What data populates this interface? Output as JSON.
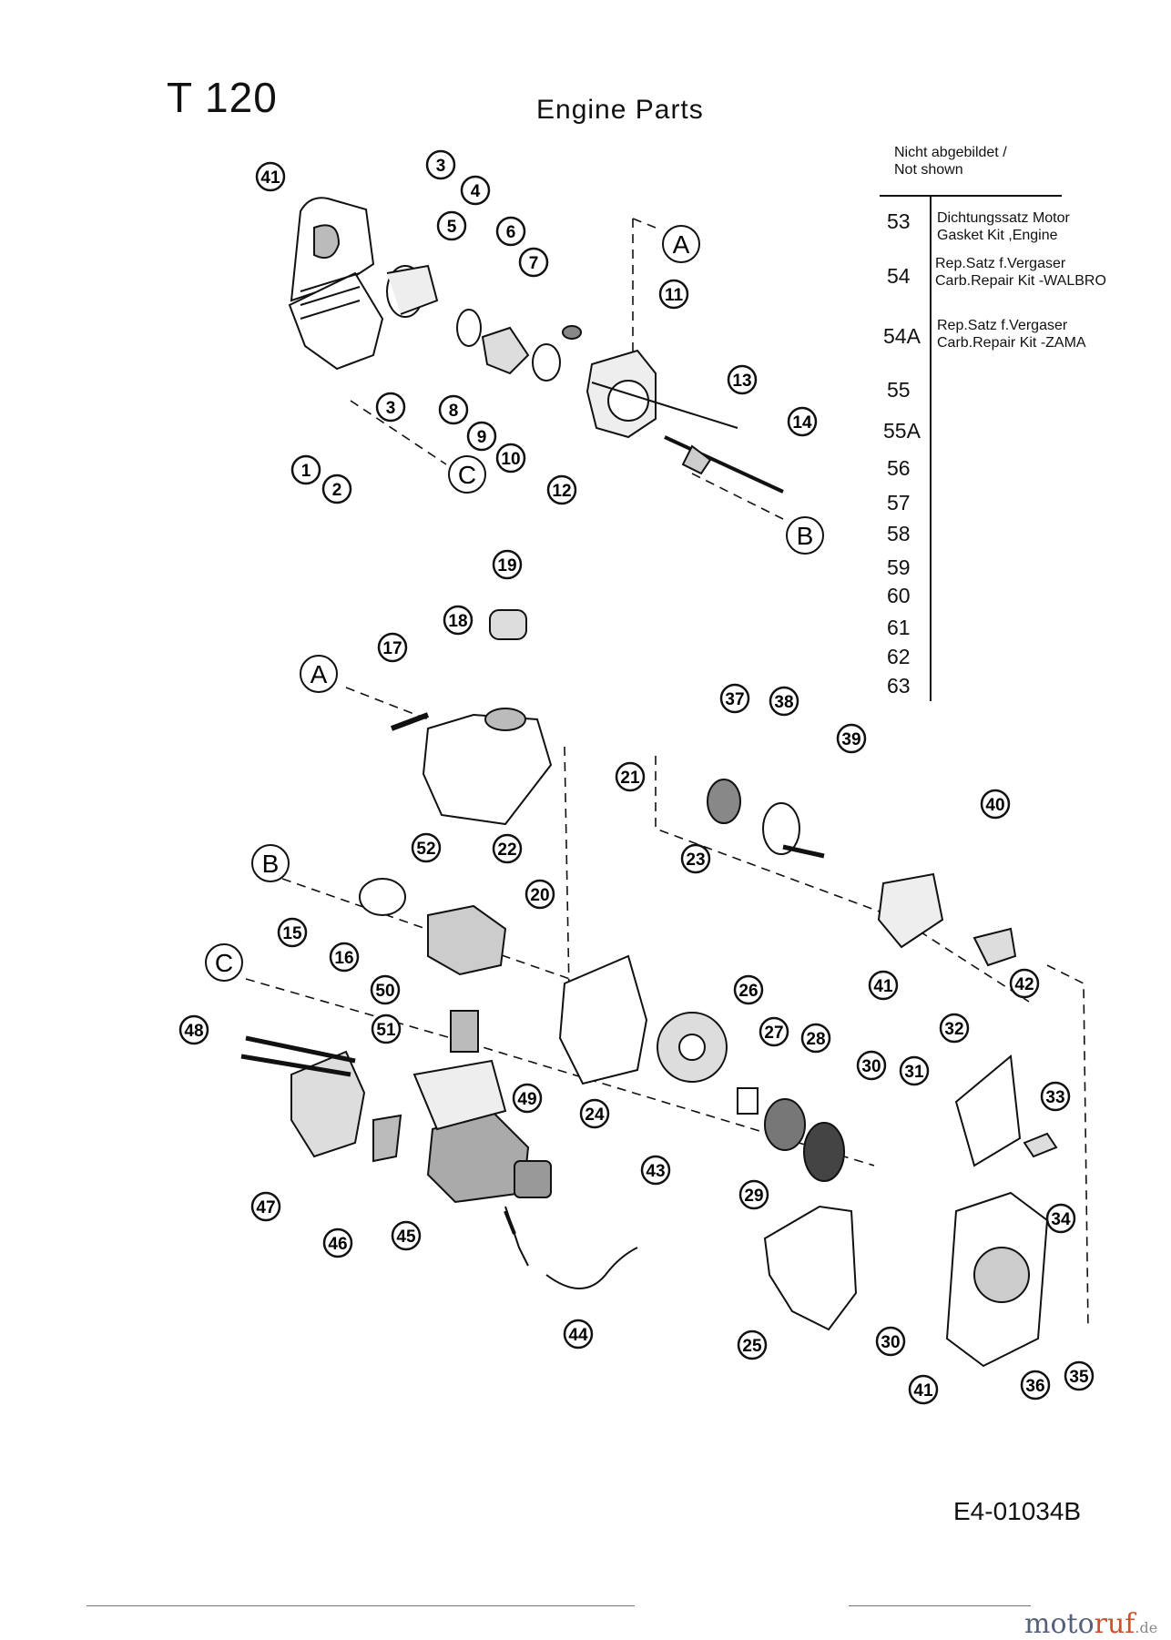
{
  "page": {
    "title": "T 120",
    "subtitle": "Engine Parts",
    "not_shown_lines": [
      "Nicht abgebildet /",
      "Not shown"
    ],
    "diagram_code": "E4-01034B",
    "watermark": {
      "part1": "moto",
      "part2": "ruf",
      "part3": "",
      "tld": ".de"
    }
  },
  "parts_not_shown": [
    {
      "num": "53",
      "lines": [
        "Dichtungssatz Motor",
        "Gasket Kit ,Engine"
      ]
    },
    {
      "num": "54",
      "lines": [
        "Rep.Satz f.Vergaser",
        "Carb.Repair Kit -WALBRO"
      ]
    },
    {
      "num": "54A",
      "lines": [
        "Rep.Satz f.Vergaser",
        "Carb.Repair Kit -ZAMA"
      ]
    },
    {
      "num": "55",
      "lines": []
    },
    {
      "num": "55A",
      "lines": []
    },
    {
      "num": "56",
      "lines": []
    },
    {
      "num": "57",
      "lines": []
    },
    {
      "num": "58",
      "lines": []
    },
    {
      "num": "59",
      "lines": []
    },
    {
      "num": "60",
      "lines": []
    },
    {
      "num": "61",
      "lines": []
    },
    {
      "num": "62",
      "lines": []
    },
    {
      "num": "63",
      "lines": []
    }
  ],
  "reference_letters": [
    "A",
    "B",
    "C",
    "A",
    "B",
    "C"
  ],
  "callouts": [
    "41",
    "3",
    "4",
    "5",
    "6",
    "7",
    "11",
    "13",
    "14",
    "1",
    "2",
    "3",
    "8",
    "9",
    "10",
    "12",
    "19",
    "18",
    "17",
    "21",
    "22",
    "20",
    "52",
    "15",
    "16",
    "37",
    "38",
    "39",
    "40",
    "42",
    "41",
    "23",
    "26",
    "27",
    "28",
    "30",
    "31",
    "32",
    "33",
    "34",
    "48",
    "50",
    "51",
    "49",
    "47",
    "46",
    "45",
    "43",
    "44",
    "24",
    "29",
    "25",
    "30",
    "41",
    "36",
    "35"
  ]
}
